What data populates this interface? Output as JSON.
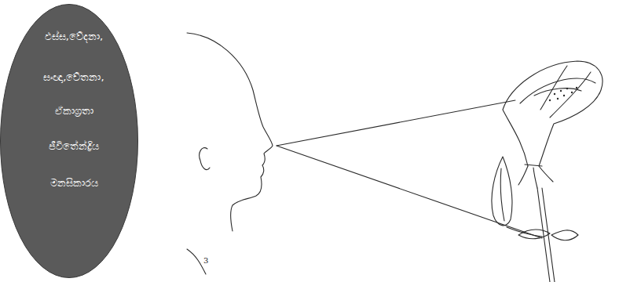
{
  "diagram": {
    "nodes": [
      {
        "text": [
          "ඵස්ස,වේදනා,",
          "සංඥා,චේතනා,",
          "ඒකාග්‍රතා",
          "ජීවිතේන්ද්‍රිය",
          "මනසිකාරය"
        ]
      }
    ],
    "labels": [
      "3"
    ]
  }
}
